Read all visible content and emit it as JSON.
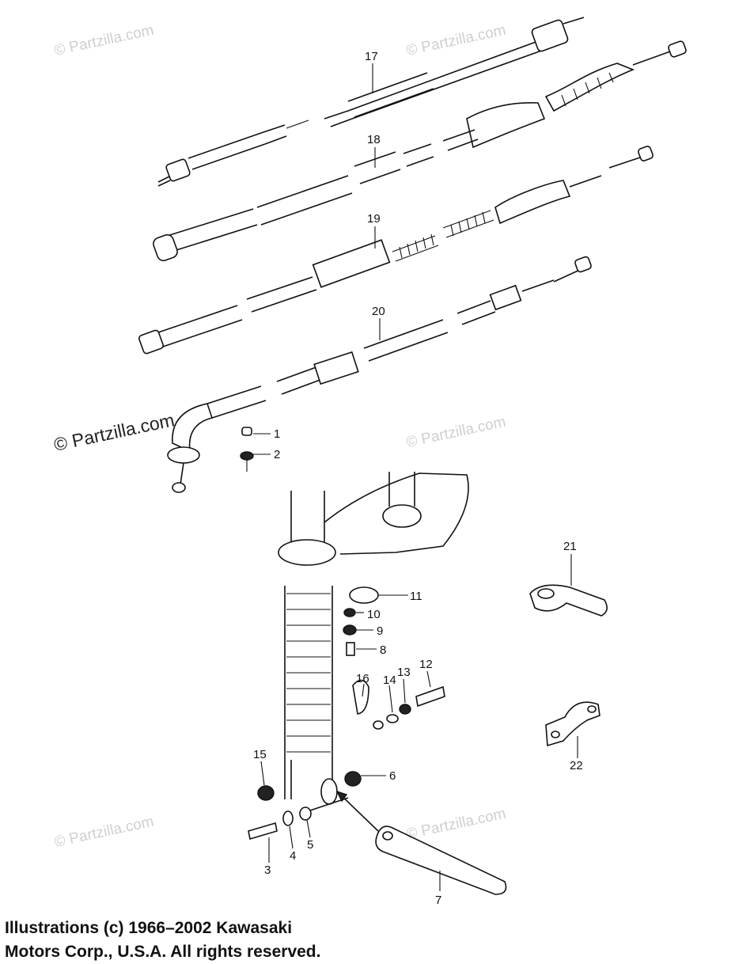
{
  "watermarks": {
    "small": "© Partzilla.com",
    "large": "© Partzilla.com"
  },
  "callouts": {
    "p1": "1",
    "p2": "2",
    "p3": "3",
    "p4": "4",
    "p5": "5",
    "p6": "6",
    "p7": "7",
    "p8": "8",
    "p9": "9",
    "p10": "10",
    "p11": "11",
    "p12": "12",
    "p13": "13",
    "p14": "14",
    "p15": "15",
    "p16": "16",
    "p17": "17",
    "p18": "18",
    "p19": "19",
    "p20": "20",
    "p21": "21",
    "p22": "22"
  },
  "copyright": {
    "line1": "Illustrations (c) 1966–2002 Kawasaki",
    "line2": "Motors Corp., U.S.A.  All rights reserved."
  }
}
